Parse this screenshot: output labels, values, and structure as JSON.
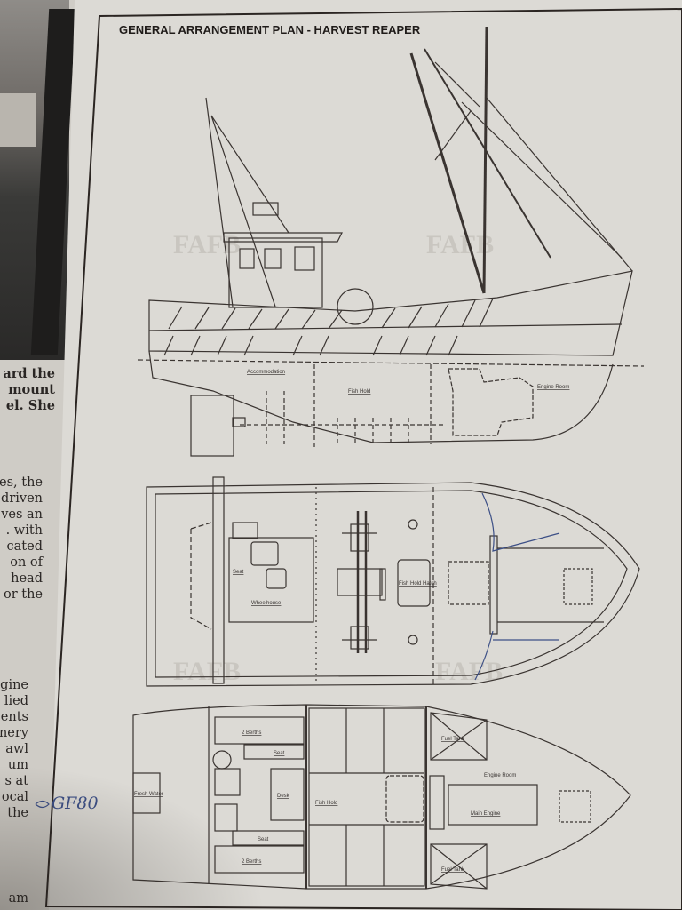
{
  "plan": {
    "title": "GENERAL ARRANGEMENT PLAN - HARVEST REAPER",
    "watermark": "FAFB",
    "profile_labels": {
      "accommodation": "Accommodation",
      "fish_hold": "Fish Hold",
      "engine_room": "Engine Room"
    },
    "deck_labels": {
      "wheelhouse": "Wheelhouse",
      "fish_hold_hatch": "Fish Hold Hatch",
      "seat": "Seat"
    },
    "lower_labels": {
      "fresh_water": "Fresh Water",
      "berths_top": "2 Berths",
      "berths_bottom": "2 Berths",
      "seat_top": "Seat",
      "seat_bottom": "Seat",
      "desk": "Desk",
      "fish_hold": "Fish Hold",
      "fuel_tank_top": "Fuel Tank",
      "fuel_tank_bottom": "Fuel Tank",
      "engine_room": "Engine Room",
      "main_engine": "Main Engine"
    }
  },
  "left_column": {
    "para1": [
      "ard the",
      "mount",
      "el. She"
    ],
    "para2": [
      "es, the",
      "driven",
      "ves an",
      ". with",
      "cated",
      "on of",
      "head",
      "or the"
    ],
    "para3": [
      "gine",
      "lied",
      "ents",
      "nery",
      "awl",
      "um",
      "s at",
      "ocal",
      "the"
    ],
    "para4": [
      "am"
    ]
  },
  "annotation": {
    "handwritten": "GF80",
    "ink_color": "#3c4f86"
  }
}
